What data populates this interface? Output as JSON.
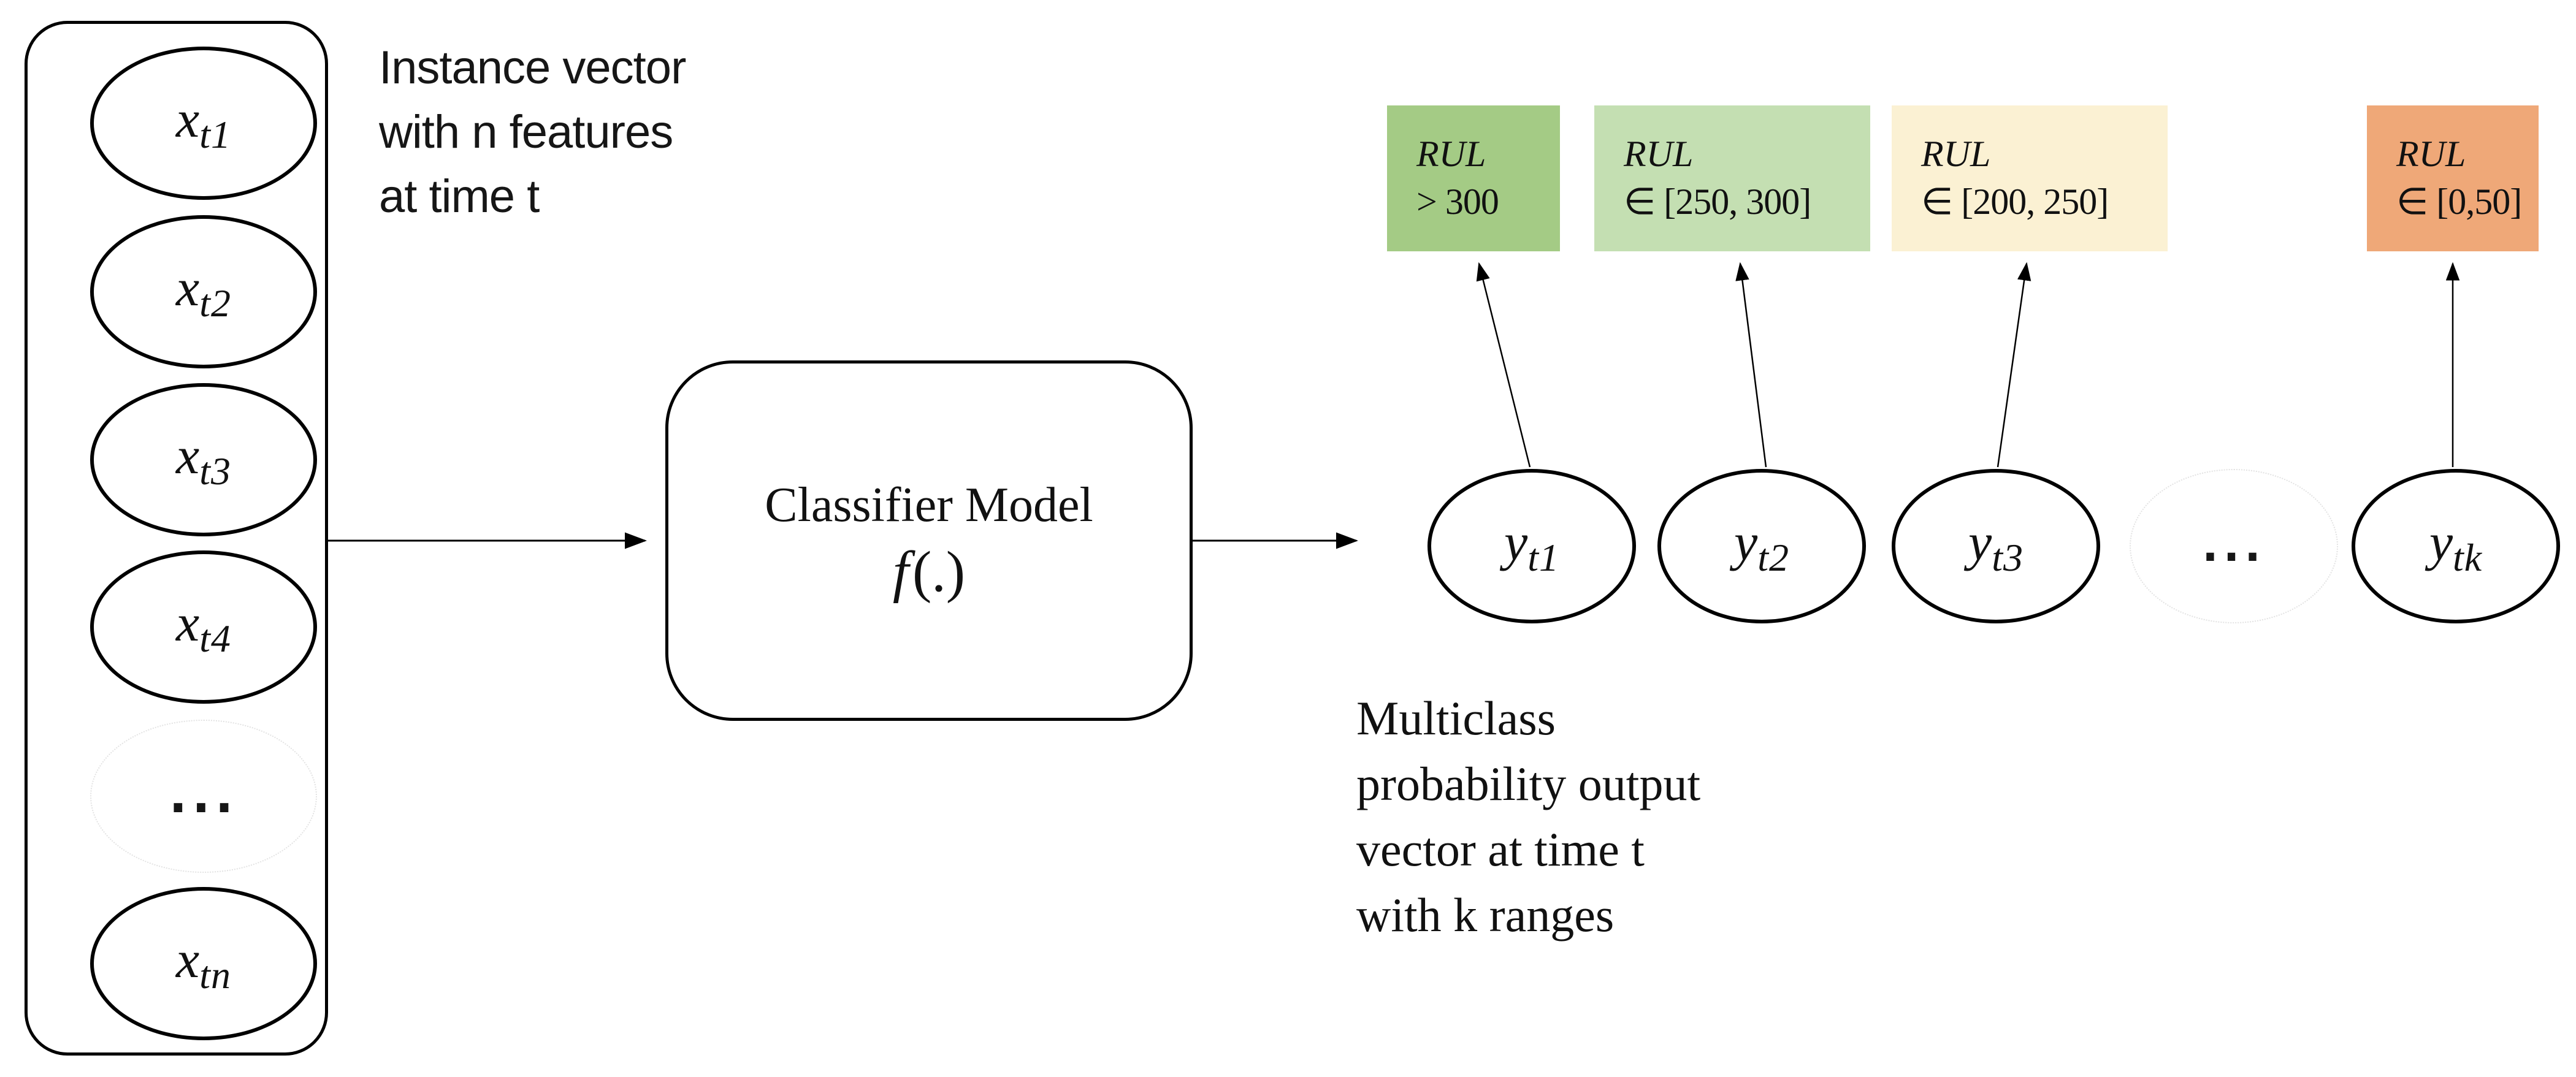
{
  "figure": {
    "input_panel": {
      "caption": "Instance vector\nwith n features\nat time t",
      "nodes": [
        {
          "main": "x",
          "sub": "t1"
        },
        {
          "main": "x",
          "sub": "t2"
        },
        {
          "main": "x",
          "sub": "t3"
        },
        {
          "main": "x",
          "sub": "t4"
        },
        {
          "main": "...",
          "sub": ""
        },
        {
          "main": "x",
          "sub": "tn"
        }
      ]
    },
    "classifier": {
      "title": "Classifier Model",
      "formula_f": "f",
      "formula_rest": "(.)"
    },
    "output": {
      "caption": "Multiclass\nprobability output\nvector at time t\nwith k ranges",
      "nodes": [
        {
          "main": "y",
          "sub": "t1"
        },
        {
          "main": "y",
          "sub": "t2"
        },
        {
          "main": "y",
          "sub": "t3"
        },
        {
          "main": "...",
          "sub": ""
        },
        {
          "main": "y",
          "sub": "tk"
        }
      ],
      "rul_boxes": [
        {
          "label": "RUL",
          "range": "> 300",
          "color": "#a4cb85"
        },
        {
          "label": "RUL",
          "range": "∈ [250, 300]",
          "color": "#c4dfb2"
        },
        {
          "label": "RUL",
          "range": "∈ [200, 250]",
          "color": "#fbf1d3"
        },
        {
          "label": "RUL",
          "range": "∈ [0,50]",
          "color": "#efa878"
        }
      ]
    }
  }
}
